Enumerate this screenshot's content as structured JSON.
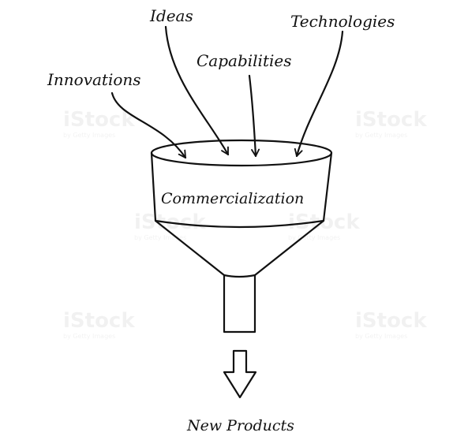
{
  "inputs": {
    "innovations": "Innovations",
    "ideas": "Ideas",
    "capabilities": "Capabilities",
    "technologies": "Technologies"
  },
  "funnel": {
    "label": "Commercialization"
  },
  "output": {
    "label": "New Products"
  },
  "watermark": {
    "brand": "iStock",
    "credit": "by Getty Images"
  },
  "colors": {
    "ink": "#111111",
    "background": "#ffffff"
  }
}
